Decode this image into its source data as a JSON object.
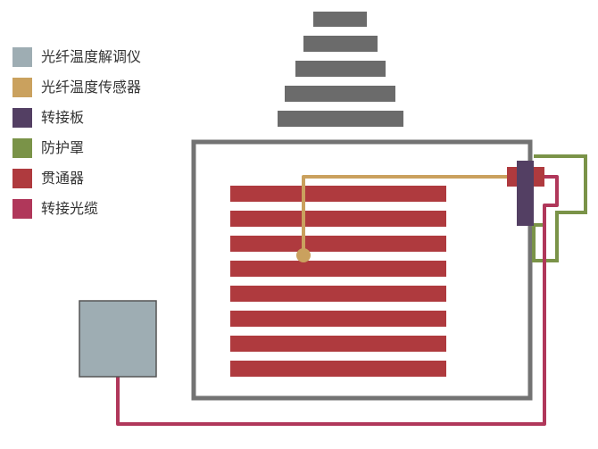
{
  "legend": [
    {
      "label": "光纤温度解调仪",
      "color": "#9eadb3"
    },
    {
      "label": "光纤温度传感器",
      "color": "#caa15e"
    },
    {
      "label": "转接板",
      "color": "#533f63"
    },
    {
      "label": "防护罩",
      "color": "#7a9348"
    },
    {
      "label": "贯通器",
      "color": "#af3a3e"
    },
    {
      "label": "转接光缆",
      "color": "#b0375a"
    }
  ],
  "colors": {
    "tank_border": "#737373",
    "bushing": "#6b6b6b",
    "winding": "#af3a3e",
    "demodulator_border": "#555555"
  }
}
